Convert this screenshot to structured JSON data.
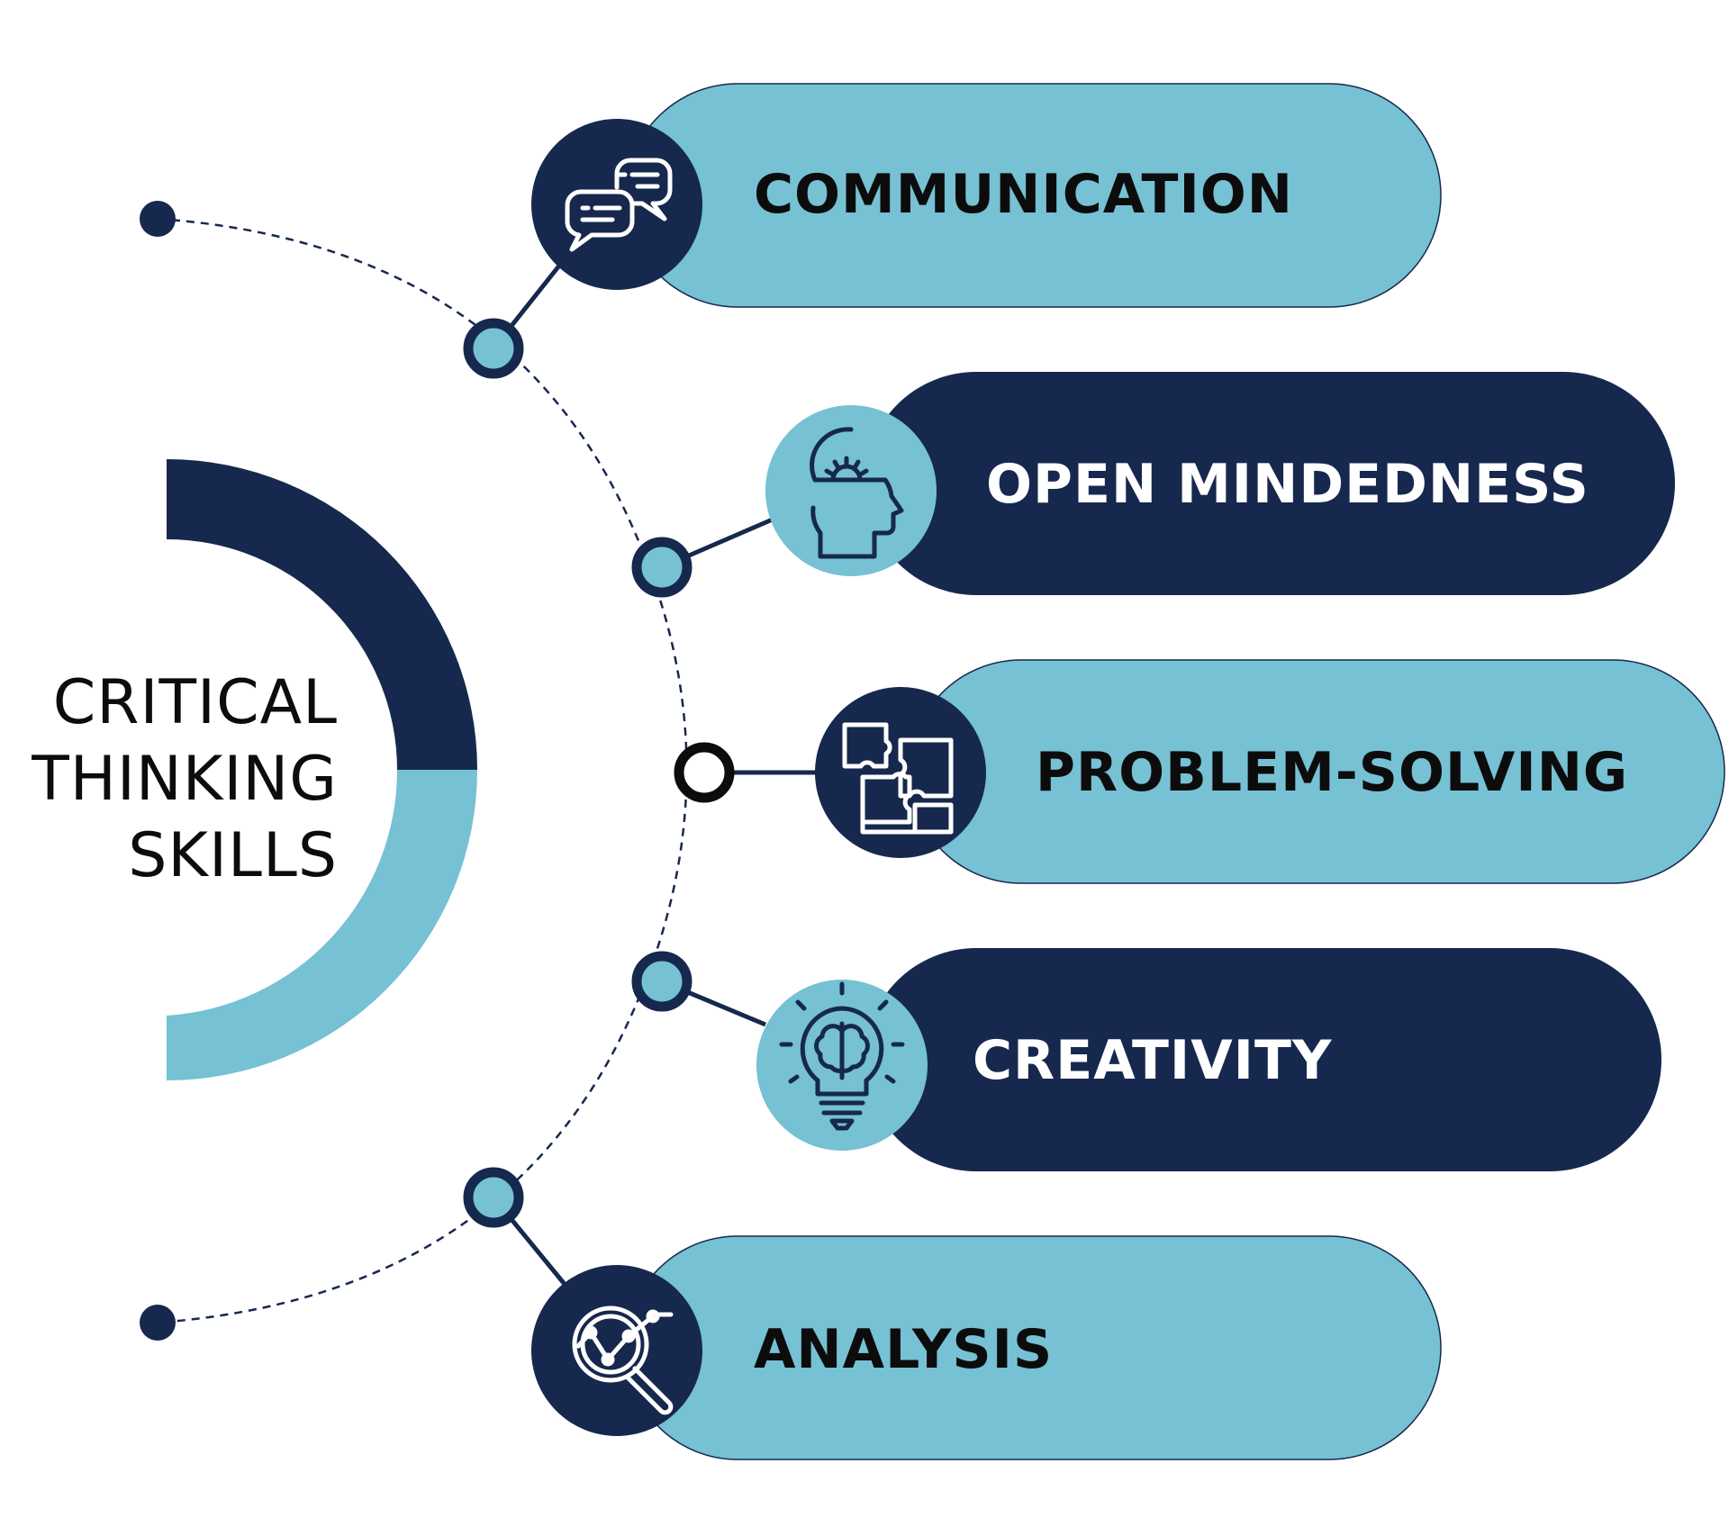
{
  "title": {
    "lines": [
      "CRITICAL",
      "THINKING",
      "SKILLS"
    ]
  },
  "colors": {
    "navy": "#16284e",
    "light_blue": "#76c1d4",
    "white": "#ffffff",
    "text_dark": "#0c0c0c"
  },
  "skills": [
    {
      "label": "COMMUNICATION",
      "pill_color": "light",
      "icon": "chat-bubbles-icon"
    },
    {
      "label": "OPEN MINDEDNESS",
      "pill_color": "dark",
      "icon": "open-head-gear-icon"
    },
    {
      "label": "PROBLEM-SOLVING",
      "pill_color": "light",
      "icon": "puzzle-icon"
    },
    {
      "label": "CREATIVITY",
      "pill_color": "dark",
      "icon": "lightbulb-brain-icon"
    },
    {
      "label": "ANALYSIS",
      "pill_color": "light",
      "icon": "magnifier-chart-icon"
    }
  ]
}
